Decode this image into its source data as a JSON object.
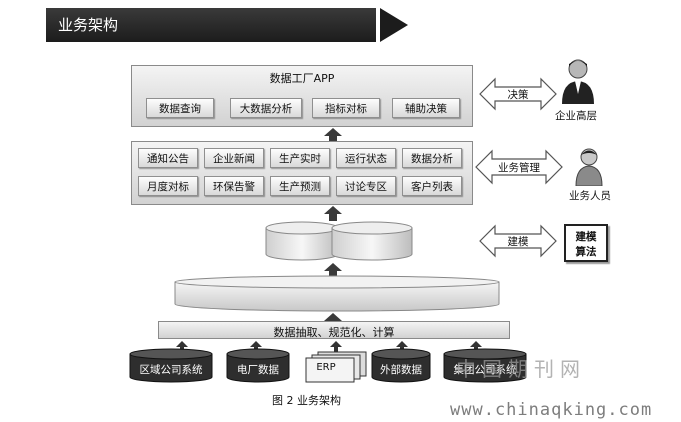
{
  "banner": {
    "title": "业务架构"
  },
  "app_layer": {
    "title": "数据工厂APP",
    "items": [
      "数据查询",
      "大数据分析",
      "指标对标",
      "辅助决策"
    ]
  },
  "biz_layer": {
    "row1": [
      "通知公告",
      "企业新闻",
      "生产实时",
      "运行状态",
      "数据分析"
    ],
    "row2": [
      "月度对标",
      "环保告警",
      "生产预测",
      "讨论专区",
      "客户列表"
    ]
  },
  "process_layer": {
    "title": "数据抽取、规范化、计算"
  },
  "sources": [
    "区域公司系统",
    "电厂数据",
    "ERP",
    "外部数据",
    "集团公司系统"
  ],
  "links": {
    "decision": "决策",
    "biz_mgmt": "业务管理",
    "modeling": "建模"
  },
  "actors": {
    "executive": "企业高层",
    "staff": "业务人员",
    "algorithm_line1": "建模",
    "algorithm_line2": "算法"
  },
  "caption": "图 2  业务架构",
  "watermark": {
    "cn": "中国期刊网",
    "url": "www.chinaqking.com"
  }
}
